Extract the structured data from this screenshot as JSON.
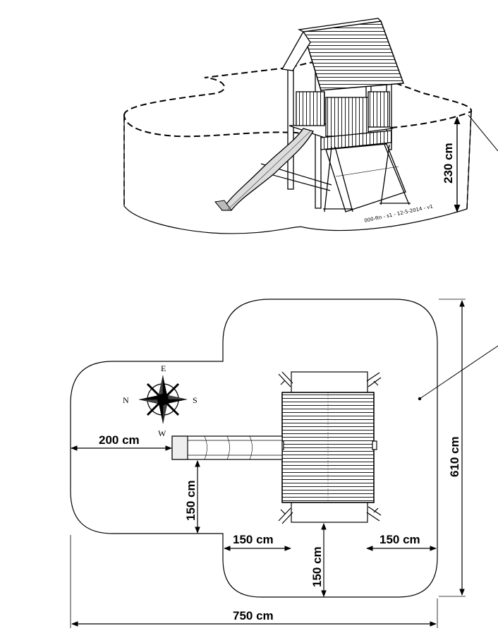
{
  "iso_view": {
    "height_label": "230 cm",
    "drawing_ref": "000-ftn - s1 - 12-5-2014 - v1"
  },
  "plan_view": {
    "compass": {
      "n": "N",
      "e": "E",
      "s": "S",
      "w": "W"
    },
    "dimensions": {
      "slide_left_clearance": "200 cm",
      "slide_side_clearance": "150 cm",
      "tower_left_clearance": "150 cm",
      "tower_bottom_clearance": "150 cm",
      "tower_right_clearance": "150 cm",
      "total_depth": "610 cm",
      "total_width": "750 cm"
    }
  },
  "colors": {
    "line": "#000000",
    "background": "#ffffff",
    "shade": "#666666"
  }
}
